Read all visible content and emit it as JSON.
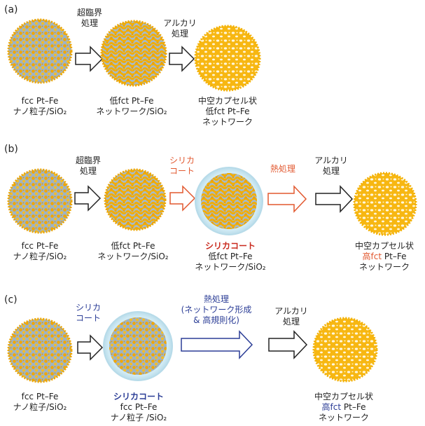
{
  "colors": {
    "red": "#e2582f",
    "blue": "#2b3d96",
    "orange": "#f0a800",
    "silica": "#d9eef6"
  },
  "panel_a": {
    "label": "(a)",
    "step1": [
      "超臨界",
      "処理"
    ],
    "step2": [
      "アルカリ",
      "処理"
    ],
    "cap1": [
      "fcc Pt–Fe",
      "ナノ粒子/SiO₂"
    ],
    "cap2": [
      "低fct Pt–Fe",
      "ネットワーク/SiO₂"
    ],
    "cap3": [
      "中空カプセル状",
      "低fct Pt–Fe",
      "ネットワーク"
    ]
  },
  "panel_b": {
    "label": "(b)",
    "step1": [
      "超臨界",
      "処理"
    ],
    "step2": [
      "シリカ",
      "コート"
    ],
    "step3": "熱処理",
    "step4": [
      "アルカリ",
      "処理"
    ],
    "cap1": [
      "fcc Pt–Fe",
      "ナノ粒子/SiO₂"
    ],
    "cap2": [
      "低fct Pt–Fe",
      "ネットワーク/SiO₂"
    ],
    "cap3_title": "シリカコート",
    "cap3": [
      "低fct Pt–Fe",
      "ネットワーク/SiO₂"
    ],
    "cap4_line1": "中空カプセル状",
    "cap4_hi": "高fct",
    "cap4_rest": " Pt–Fe",
    "cap4_line3": "ネットワーク"
  },
  "panel_c": {
    "label": "(c)",
    "step1": [
      "シリカ",
      "コート"
    ],
    "step2": [
      "熱処理",
      "(ネットワーク形成",
      "& 高規則化)"
    ],
    "step3": [
      "アルカリ",
      "処理"
    ],
    "cap1": [
      "fcc Pt–Fe",
      "ナノ粒子/SiO₂"
    ],
    "cap2_title": "シリカコート",
    "cap2": [
      "fcc Pt–Fe",
      "ナノ粒子 /SiO₂"
    ],
    "cap3_line1": "中空カプセル状",
    "cap3_hi": "高fct",
    "cap3_rest": " Pt–Fe",
    "cap3_line3": "ネットワーク"
  }
}
